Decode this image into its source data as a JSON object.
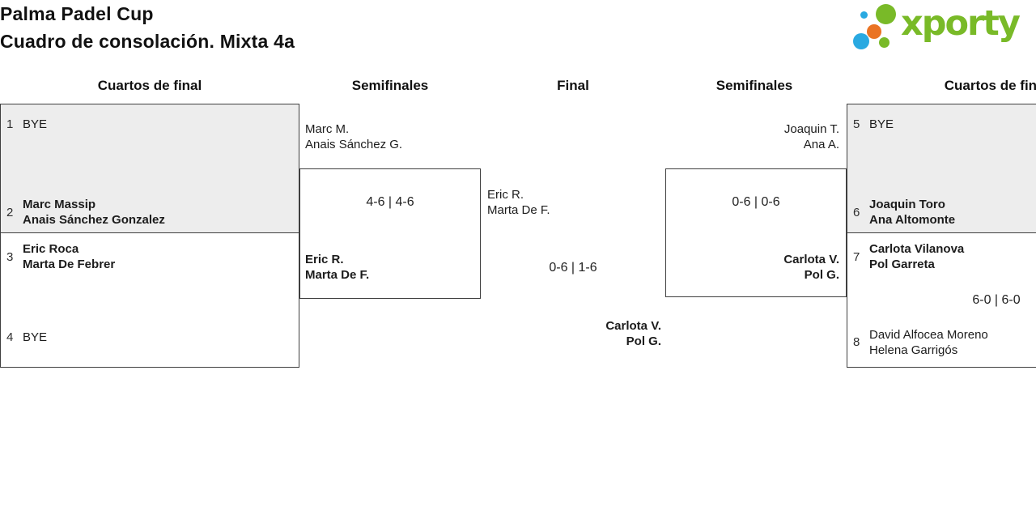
{
  "title": {
    "line1": "Palma Padel Cup",
    "line2": "Cuadro de consolación. Mixta 4a"
  },
  "logo": {
    "wordmark": "xporty",
    "dot_icons": [
      "blue-dot",
      "green-dot",
      "orange-dot",
      "blue-dot",
      "green-dot"
    ]
  },
  "colors": {
    "logo_green": "#79ba28",
    "logo_blue": "#29a9e1",
    "logo_orange": "#ea7323",
    "box_shaded": "#ededed",
    "box_border": "#3f3f3f"
  },
  "round_headers": {
    "qf_left": "Cuartos de final",
    "sf_left": "Semifinales",
    "final": "Final",
    "sf_right": "Semifinales",
    "qf_right": "Cuartos de final"
  },
  "bracket": {
    "qf_left_top": {
      "seed_a": "1",
      "team_a_1": "BYE",
      "seed_b": "2",
      "team_b_1": "Marc Massip",
      "team_b_2": "Anais Sánchez Gonzalez"
    },
    "qf_left_bottom": {
      "seed_a": "3",
      "team_a_1": "Eric Roca",
      "team_a_2": "Marta De Febrer",
      "seed_b": "4",
      "team_b_1": "BYE"
    },
    "sf_left": {
      "loser_1": "Marc M.",
      "loser_2": "Anais Sánchez G.",
      "score": "4-6 | 4-6",
      "winner_1": "Eric R.",
      "winner_2": "Marta De F."
    },
    "final": {
      "finalist_top_1": "Eric R.",
      "finalist_top_2": "Marta De F.",
      "score": "0-6 | 1-6",
      "champion_1": "Carlota V.",
      "champion_2": "Pol G."
    },
    "sf_right": {
      "loser_1": "Joaquin T.",
      "loser_2": "Ana A.",
      "score": "0-6 | 0-6",
      "winner_1": "Carlota V.",
      "winner_2": "Pol G."
    },
    "qf_right_top": {
      "seed_a": "5",
      "team_a_1": "BYE",
      "seed_b": "6",
      "team_b_1": "Joaquin Toro",
      "team_b_2": "Ana Altomonte"
    },
    "qf_right_bottom": {
      "seed_a": "7",
      "team_a_1": "Carlota Vilanova",
      "team_a_2": "Pol Garreta",
      "score": "6-0 | 6-0",
      "seed_b": "8",
      "team_b_1": "David Alfocea Moreno",
      "team_b_2": "Helena Garrigós"
    }
  }
}
